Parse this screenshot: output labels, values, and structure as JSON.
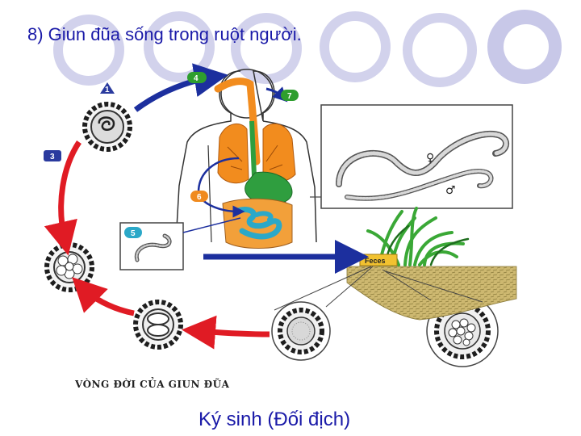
{
  "title": "8) Giun đũa sống trong ruột người.",
  "caption": "VÒNG ĐỜI CỦA GIUN ĐŨA",
  "subtitle": "Ký sinh (Đối địch)",
  "feces_label": "Feces",
  "female_symbol": "♀",
  "male_symbol": "♂",
  "steps": [
    {
      "label": "1"
    },
    {
      "label": "3"
    },
    {
      "label": "4"
    },
    {
      "label": "5"
    },
    {
      "label": "6"
    },
    {
      "label": "7"
    }
  ],
  "colors": {
    "title": "#1a1aa8",
    "decor_circles": "#c8c8e8",
    "arrow_blue": "#1c2f9e",
    "arrow_red": "#e01b24",
    "badge_blue": "#2a3a9e",
    "badge_green": "#2e9e2e",
    "badge_orange": "#f08a1e",
    "lungs": "#f28c1e",
    "stomach": "#2f9e3f",
    "intestine": "#2ba8c8",
    "egg_shell": "#1e1e1e",
    "soil": "#c8b36a"
  }
}
